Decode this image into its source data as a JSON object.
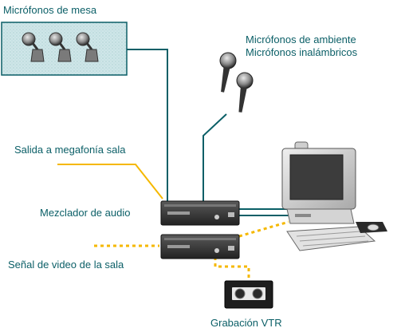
{
  "labels": {
    "desk_mics": "Micrófonos de mesa",
    "ambient_mics": "Micrófonos de ambiente",
    "wireless_mics": "Micrófonos inalámbricos",
    "pa_output": "Salida a megafonía sala",
    "audio_mixer": "Mezclador de audio",
    "room_video": "Señal de video de la sala",
    "vtr_recording": "Grabación VTR"
  },
  "colors": {
    "label_text": "#0b5f67",
    "audio_line": "#0b5f67",
    "pa_line": "#f5b800",
    "video_line": "#f5b800",
    "desk_panel": "#cfe6e8",
    "device_body": "#3a3a3a",
    "computer_body": "#d8d8d8"
  }
}
